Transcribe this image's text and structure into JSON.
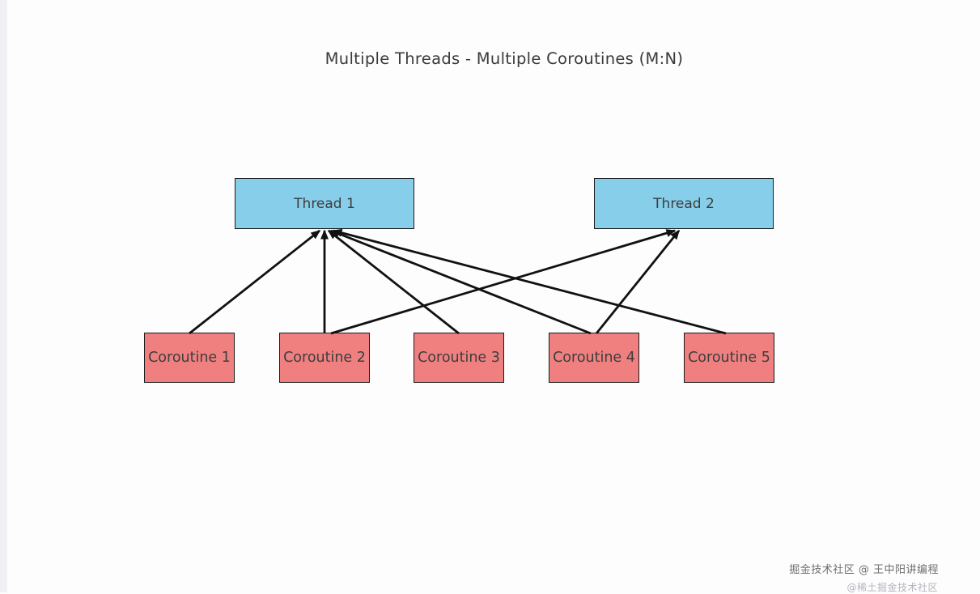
{
  "title": "Multiple Threads - Multiple Coroutines (M:N)",
  "nodes": {
    "threads": [
      {
        "id": "thread-1",
        "label": "Thread 1"
      },
      {
        "id": "thread-2",
        "label": "Thread 2"
      }
    ],
    "coroutines": [
      {
        "id": "coroutine-1",
        "label": "Coroutine 1"
      },
      {
        "id": "coroutine-2",
        "label": "Coroutine 2"
      },
      {
        "id": "coroutine-3",
        "label": "Coroutine 3"
      },
      {
        "id": "coroutine-4",
        "label": "Coroutine 4"
      },
      {
        "id": "coroutine-5",
        "label": "Coroutine 5"
      }
    ]
  },
  "edges": [
    {
      "from": "coroutine-1",
      "to": "thread-1"
    },
    {
      "from": "coroutine-2",
      "to": "thread-1"
    },
    {
      "from": "coroutine-3",
      "to": "thread-1"
    },
    {
      "from": "coroutine-4",
      "to": "thread-1"
    },
    {
      "from": "coroutine-5",
      "to": "thread-1"
    },
    {
      "from": "coroutine-2",
      "to": "thread-2"
    },
    {
      "from": "coroutine-4",
      "to": "thread-2"
    }
  ],
  "colors": {
    "thread_fill": "#87ceeb",
    "coroutine_fill": "#f08080",
    "node_border": "#1a1a1a",
    "edge_color": "#111111",
    "text": "#3d3d3d"
  },
  "watermark": {
    "line1": "掘金技术社区 @ 王中阳讲编程",
    "line2": "@稀土掘金技术社区"
  }
}
